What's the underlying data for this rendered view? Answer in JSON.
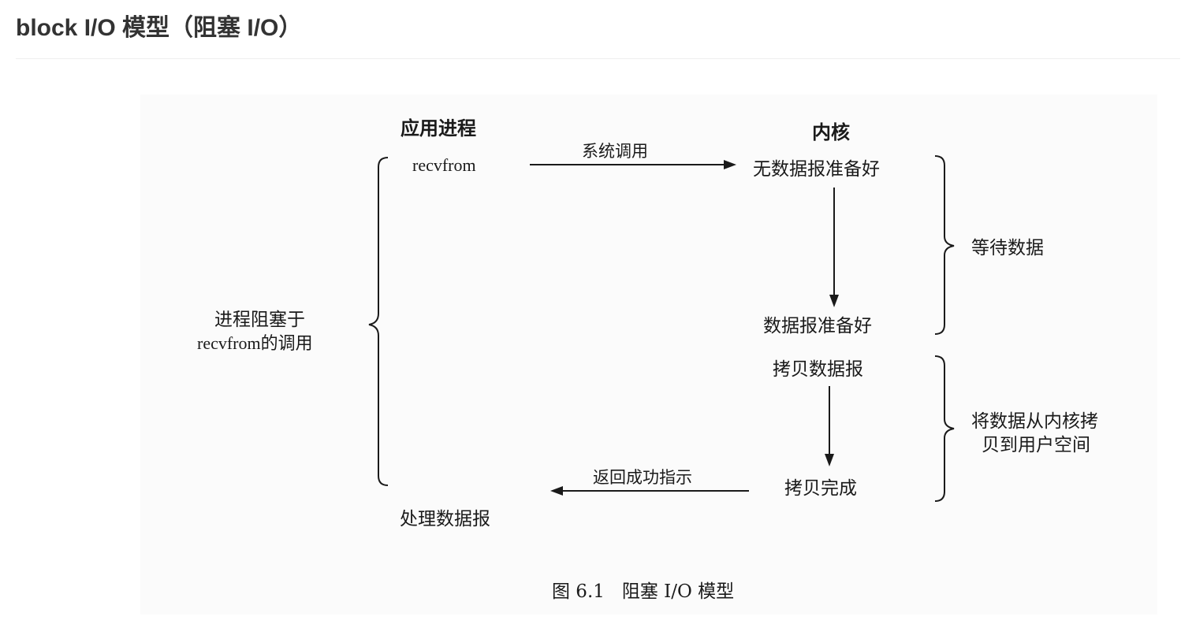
{
  "page": {
    "heading": "block I/O 模型（阻塞 I/O）"
  },
  "diagram": {
    "app_header": "应用进程",
    "kernel_header": "内核",
    "recvfrom_call": "recvfrom",
    "syscall_label": "系统调用",
    "no_datagram_ready": "无数据报准备好",
    "wait_for_data": "等待数据",
    "datagram_ready": "数据报准备好",
    "copy_datagram": "拷贝数据报",
    "copy_to_user_line1": "将数据从内核拷",
    "copy_to_user_line2": "贝到用户空间",
    "copy_complete": "拷贝完成",
    "return_success": "返回成功指示",
    "process_datagram": "处理数据报",
    "blocked_line1": "进程阻塞于",
    "blocked_line2": "recvfrom的调用",
    "caption": "图 6.1   阻塞 I/O 模型"
  },
  "colors": {
    "heading_text": "#333333",
    "divider": "#eeeeee",
    "diagram_ink": "#1a1a1a",
    "diagram_background": "#fbfbfb"
  }
}
